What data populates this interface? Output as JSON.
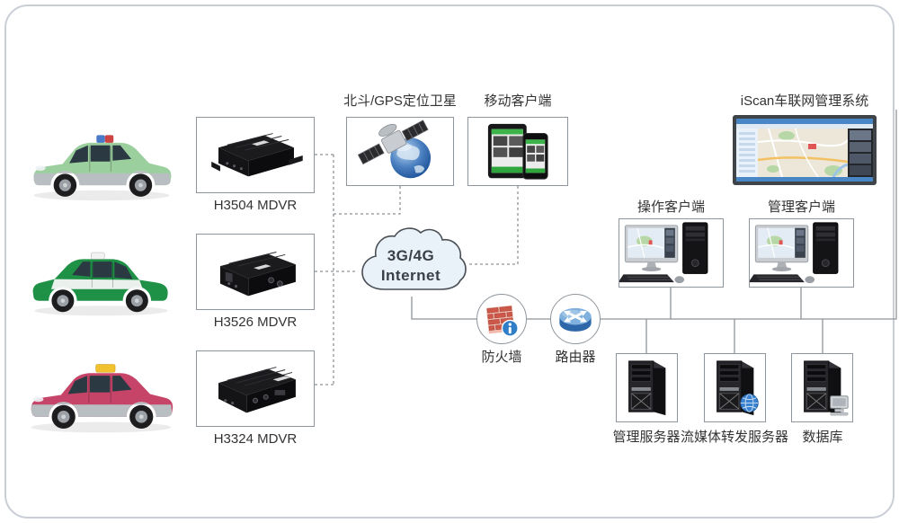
{
  "labels": {
    "satellite": "北斗/GPS定位卫星",
    "mobile_client": "移动客户端",
    "iscan": "iScan车联网管理系统",
    "mdvr1": "H3504 MDVR",
    "mdvr2": "H3526 MDVR",
    "mdvr3": "H3324 MDVR",
    "firewall": "防火墙",
    "router": "路由器",
    "operation_client": "操作客户端",
    "management_client": "管理客户端",
    "management_server": "管理服务器",
    "streaming_server": "流媒体转发服务器",
    "database": "数据库"
  },
  "cloud": {
    "line1": "3G/4G",
    "line2": "Internet"
  },
  "colors": {
    "frame_border": "#c9ced6",
    "box_border": "#8e959c",
    "label_text": "#333333",
    "line_color": "#8f9499",
    "cloud_fill": "#e9f1f9",
    "cloud_stroke": "#4a4f55",
    "cloud_text": "#3a4047",
    "taxi1_upper": "#9ccf9e",
    "taxi_lower_silver": "#b9bec2",
    "taxi2_body": "#1f9147",
    "taxi2_band": "#f5f5f5",
    "taxi3_upper": "#c64468",
    "brick_red": "#cd584a",
    "badge_blue": "#2f7ec7",
    "router_top": "#7fb0de",
    "router_body": "#2d67a9",
    "device_black": "#1b1b1e"
  }
}
